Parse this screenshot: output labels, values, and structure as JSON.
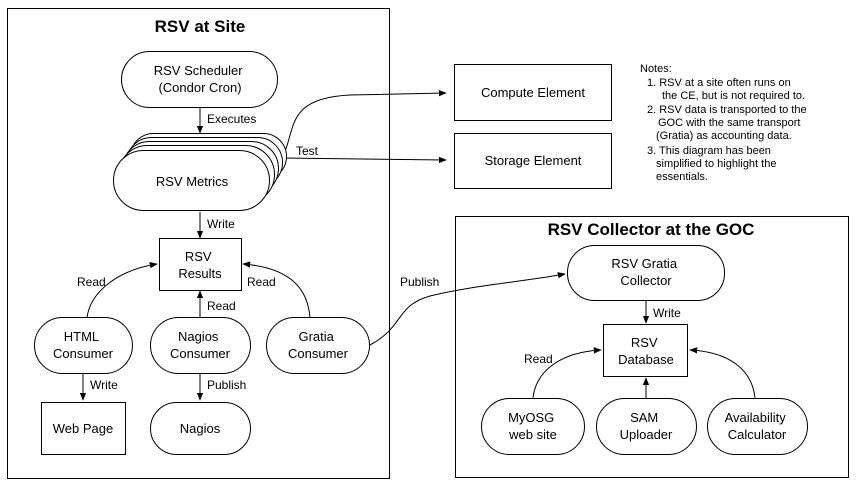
{
  "site_panel": {
    "title": "RSV at Site"
  },
  "goc_panel": {
    "title": "RSV Collector at the GOC"
  },
  "nodes": {
    "scheduler": [
      "RSV Scheduler",
      "(Condor Cron)"
    ],
    "metrics": [
      "RSV Metrics"
    ],
    "results": [
      "RSV",
      "Results"
    ],
    "html_consumer": [
      "HTML",
      "Consumer"
    ],
    "nagios_consumer": [
      "Nagios",
      "Consumer"
    ],
    "gratia_consumer": [
      "Gratia",
      "Consumer"
    ],
    "web_page": [
      "Web Page"
    ],
    "nagios": [
      "Nagios"
    ],
    "compute_element": [
      "Compute Element"
    ],
    "storage_element": [
      "Storage Element"
    ],
    "gratia_collector": [
      "RSV Gratia",
      "Collector"
    ],
    "database": [
      "RSV",
      "Database"
    ],
    "myosg": [
      "MyOSG",
      "web site"
    ],
    "sam_uploader": [
      "SAM",
      "Uploader"
    ],
    "availability": [
      "Availability",
      "Calculator"
    ]
  },
  "edge_labels": {
    "executes": "Executes",
    "test": "Test",
    "write_results": "Write",
    "read_html": "Read",
    "read_nagios": "Read",
    "read_gratia": "Read",
    "write_webpage": "Write",
    "publish_nagios": "Publish",
    "publish_goc": "Publish",
    "write_database": "Write",
    "read_myosg": "Read"
  },
  "notes": {
    "heading": "Notes:",
    "items": [
      [
        "1. RSV at a site often runs on",
        "the CE, but is not required to."
      ],
      [
        "2. RSV data is transported to the",
        "GOC with the same transport",
        "(Gratia) as accounting data."
      ],
      [
        "3. This diagram has been",
        "simplified to highlight the",
        "essentials."
      ]
    ]
  }
}
